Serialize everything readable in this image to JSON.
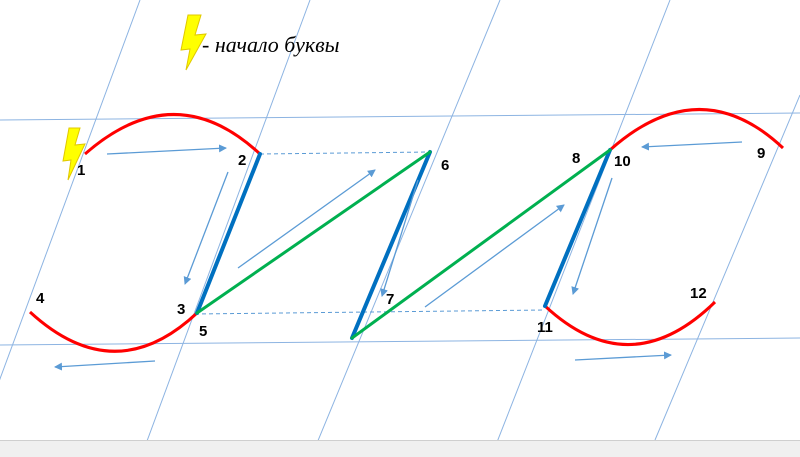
{
  "legend": {
    "text": "- начало буквы",
    "icon": "lightning-icon"
  },
  "points": [
    "1",
    "2",
    "3",
    "4",
    "5",
    "6",
    "7",
    "8",
    "9",
    "10",
    "11",
    "12"
  ],
  "colors": {
    "grid": "#8db4e2",
    "arc": "#ff0000",
    "stroke_blue": "#0070c0",
    "stroke_green": "#00b050",
    "arrow": "#5b9bd5",
    "lightning": "#ffff00",
    "lightning_outline": "#e0c800"
  }
}
